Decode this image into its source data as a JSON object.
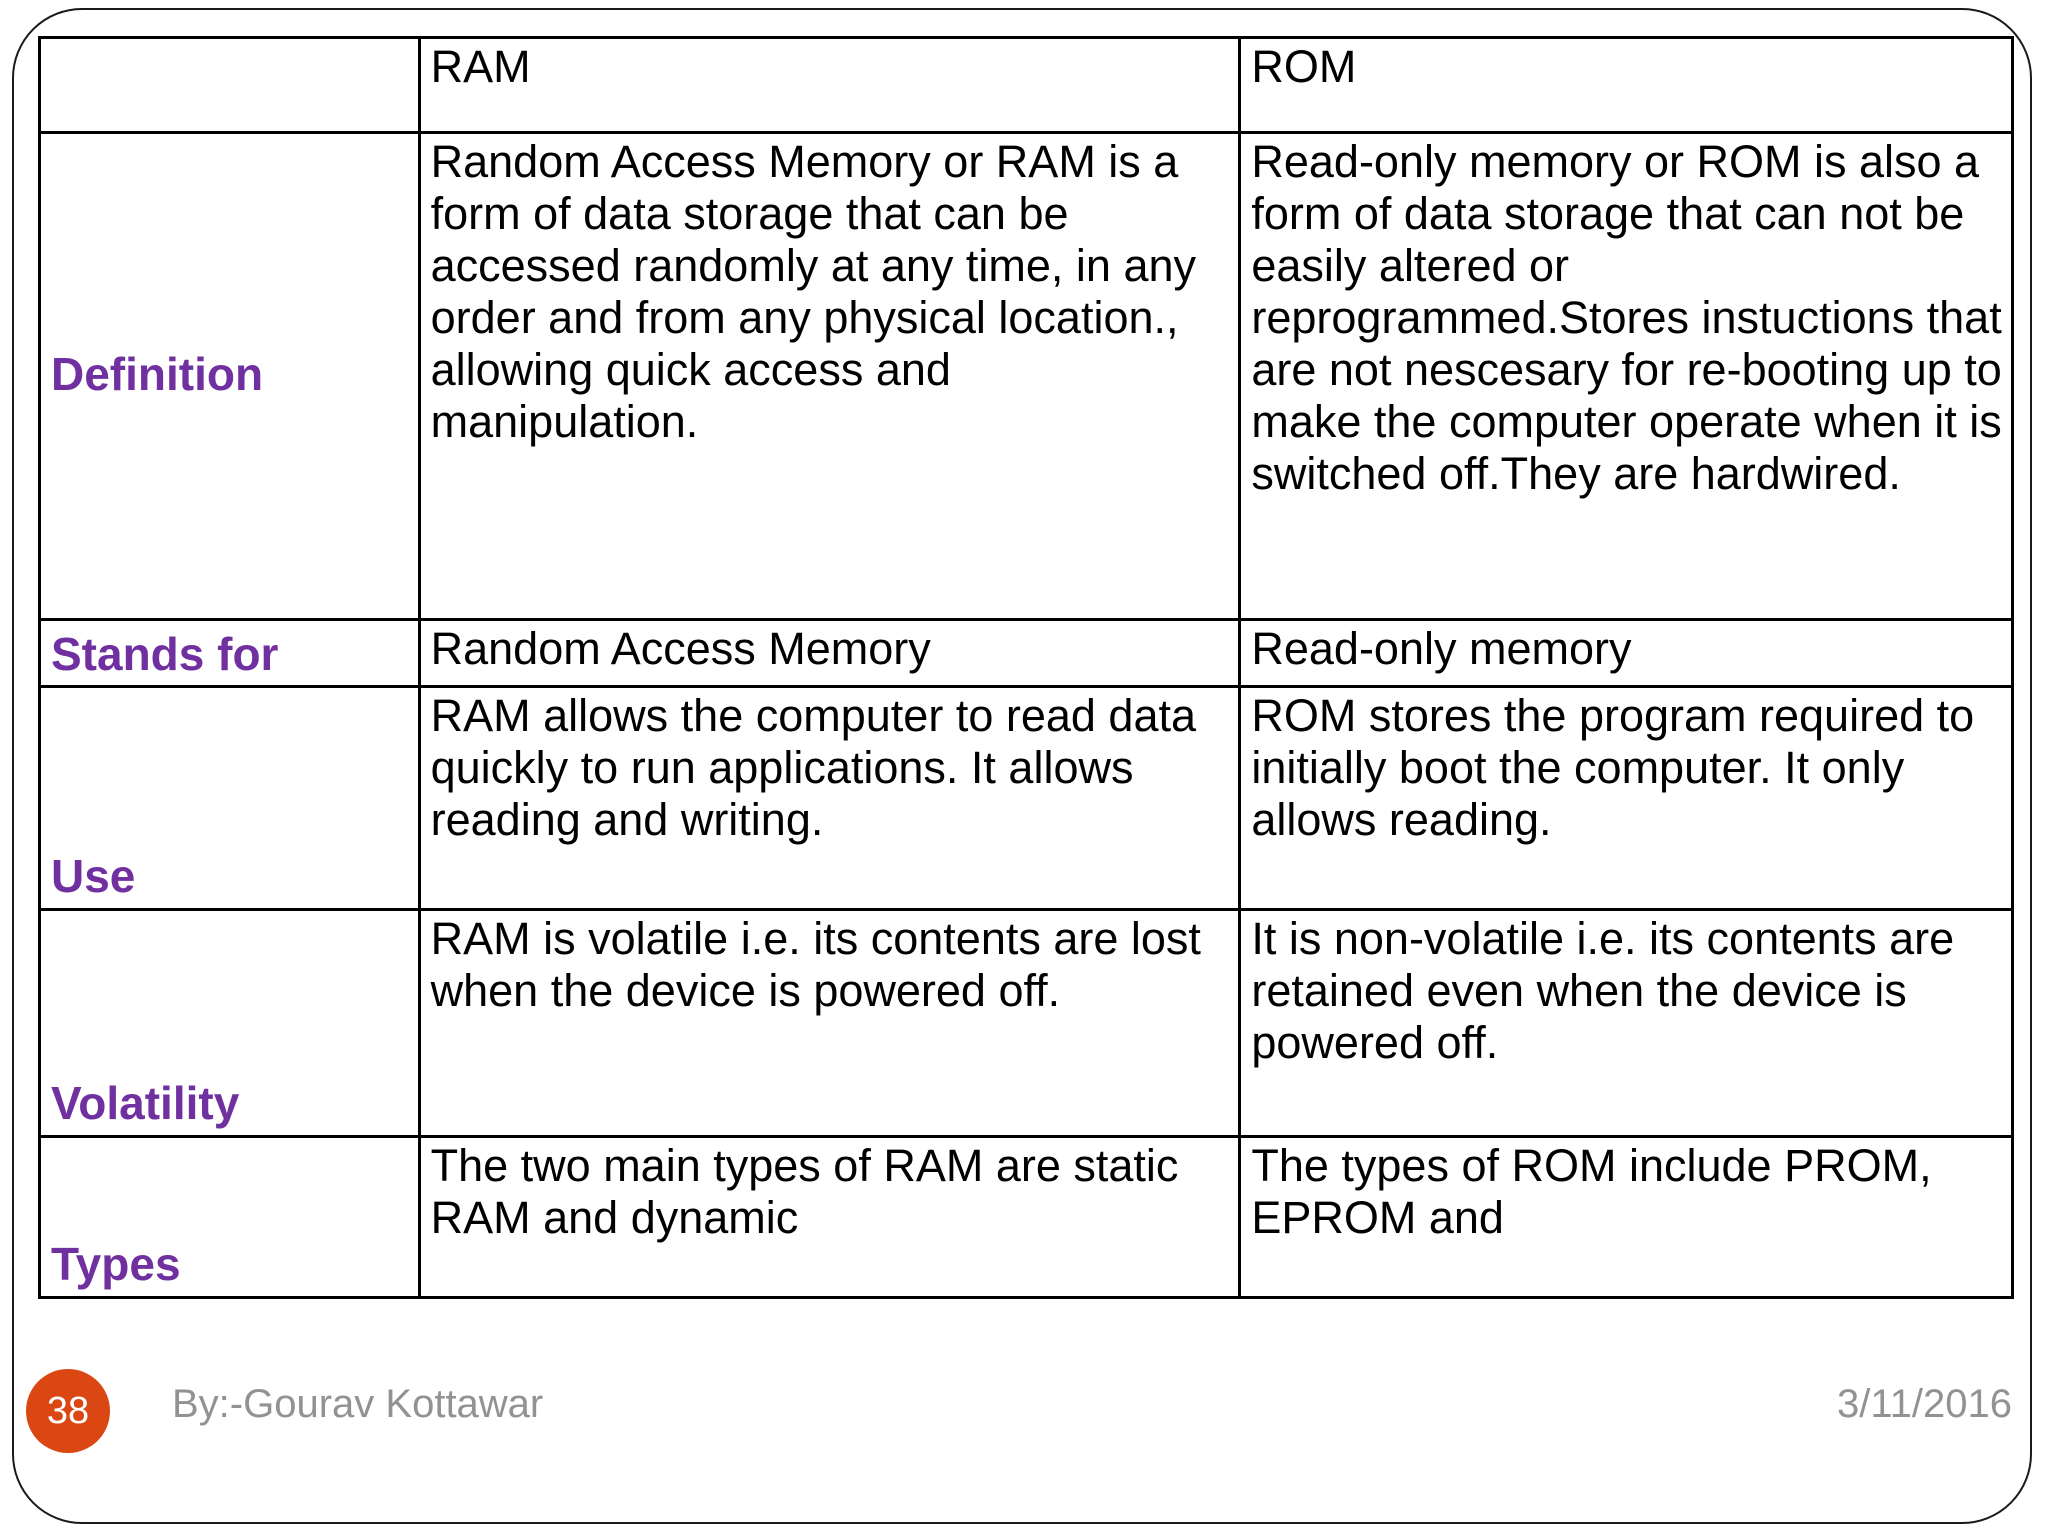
{
  "slide": {
    "page_number": "38",
    "author": "By:-Gourav Kottawar",
    "date": "3/11/2016",
    "accent_purple": "#7030A0",
    "badge_color": "#DB4712",
    "footer_text_color": "#808080",
    "border_color": "#000000"
  },
  "table": {
    "columns": [
      {
        "key": "label",
        "header": ""
      },
      {
        "key": "ram",
        "header": "RAM"
      },
      {
        "key": "rom",
        "header": "ROM"
      }
    ],
    "rows": [
      {
        "label": "Definition",
        "ram": "Random Access Memory or RAM is a form of data storage that can be accessed randomly at any time, in any order and from any physical location., allowing quick access and manipulation.",
        "rom": "Read-only memory or ROM is also a form of data storage that can not be easily altered or reprogrammed.Stores instuctions that are not nescesary for re-booting up to make the computer operate when it is switched off.They are hardwired."
      },
      {
        "label": "Stands for",
        "ram": "Random Access Memory",
        "rom": "Read-only memory"
      },
      {
        "label": "Use",
        "ram": "RAM allows the computer to read data quickly to run applications. It allows reading and writing.",
        "rom": "ROM stores the program required to initially boot the computer. It only allows reading."
      },
      {
        "label": "Volatility",
        "ram": "RAM is volatile i.e. its contents are lost when the device is powered off.",
        "rom": "It is non-volatile i.e. its contents are retained even when the device is powered off."
      },
      {
        "label": "Types",
        "ram": "The two main types of RAM are static RAM and dynamic",
        "rom": "The types of ROM include PROM, EPROM and"
      }
    ]
  }
}
